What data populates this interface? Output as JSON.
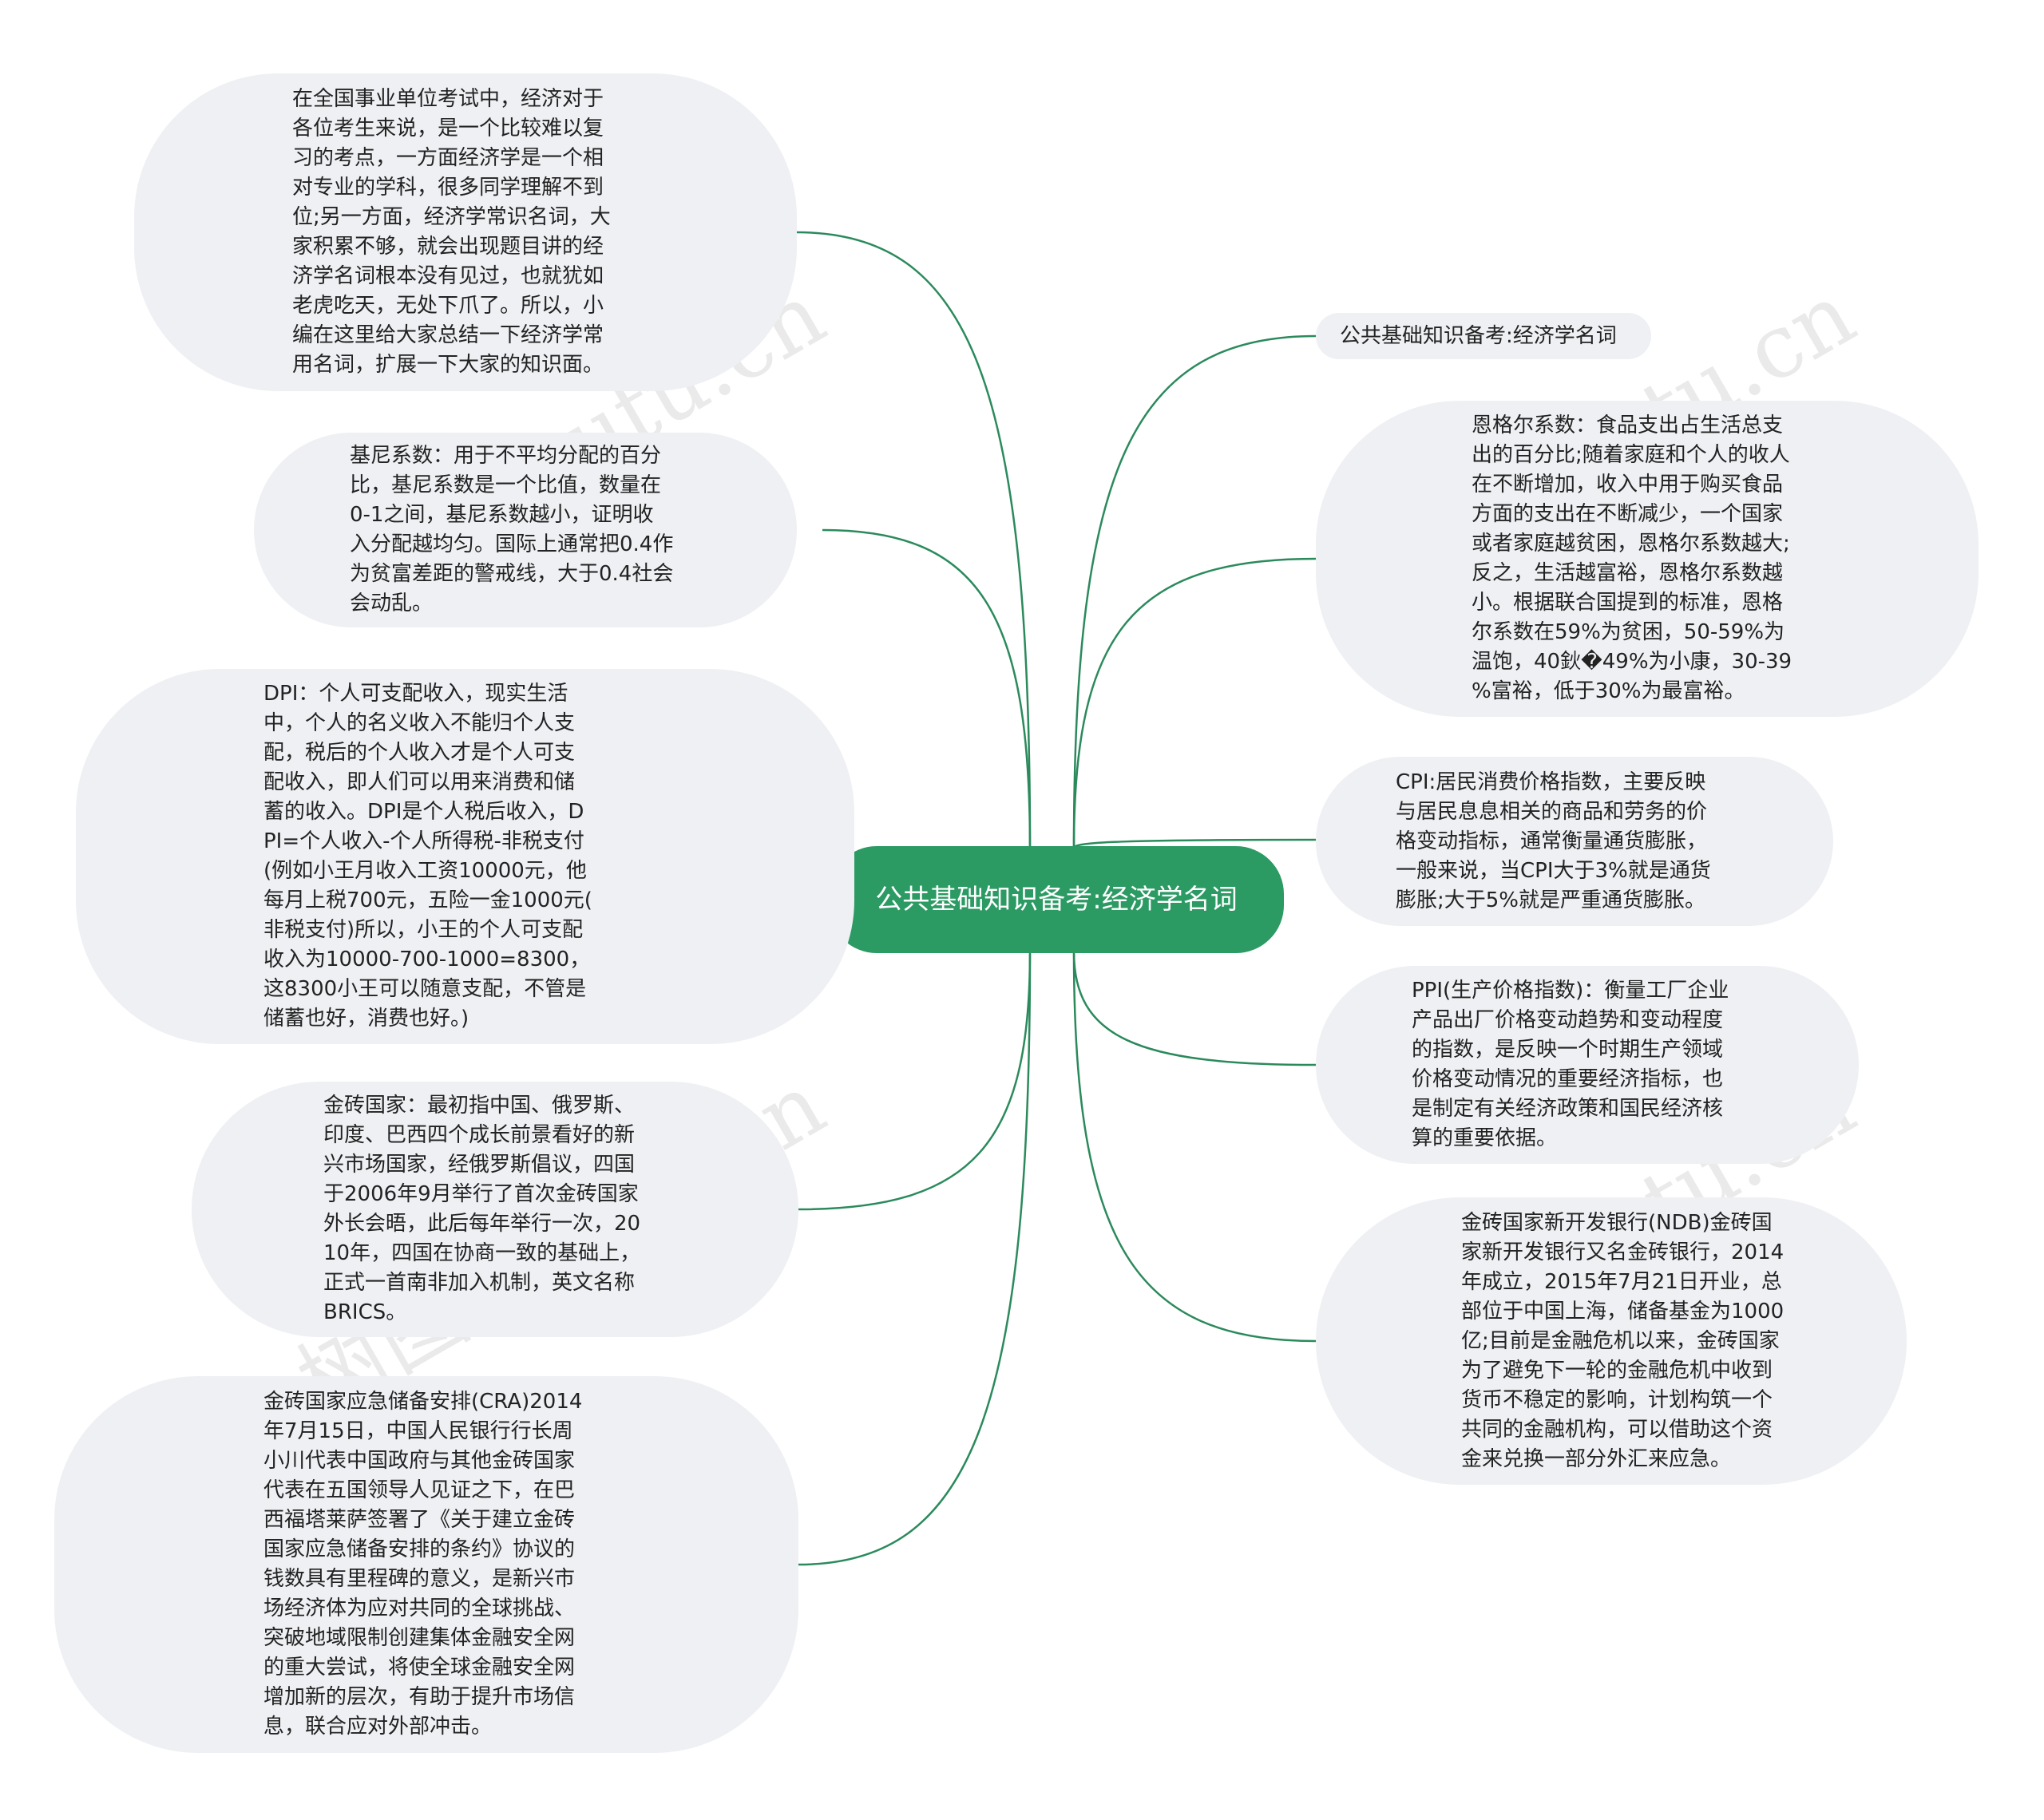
{
  "center": {
    "label": "公共基础知识备考:经济学名词"
  },
  "left_nodes": [
    {
      "text": "在全国事业单位考试中，经济对于\n各位考生来说，是一个比较难以复\n习的考点，一方面经济学是一个相\n对专业的学科，很多同学理解不到\n位;另一方面，经济学常识名词，大\n家积累不够，就会出现题目讲的经\n济学名词根本没有见过，也就犹如\n老虎吃天，无处下爪了。所以，小\n编在这里给大家总结一下经济学常\n用名词，扩展一下大家的知识面。"
    },
    {
      "text": "基尼系数：用于不平均分配的百分\n比，基尼系数是一个比值，数量在\n0-1之间，基尼系数越小，证明收\n入分配越均匀。国际上通常把0.4作\n为贫富差距的警戒线，大于0.4社会\n会动乱。"
    },
    {
      "text": "DPI：个人可支配收入，现实生活\n中，个人的名义收入不能归个人支\n配，税后的个人收入才是个人可支\n配收入，即人们可以用来消费和储\n蓄的收入。DPI是个人税后收入，D\nPI=个人收入-个人所得税-非税支付\n(例如小王月收入工资10000元，他\n每月上税700元，五险一金1000元(\n非税支付)所以，小王的个人可支配\n收入为10000-700-1000=8300，\n这8300小王可以随意支配，不管是\n储蓄也好，消费也好。)"
    },
    {
      "text": "金砖国家：最初指中国、俄罗斯、\n印度、巴西四个成长前景看好的新\n兴市场国家，经俄罗斯倡议，四国\n于2006年9月举行了首次金砖国家\n外长会晤，此后每年举行一次，20\n10年，四国在协商一致的基础上，\n正式一首南非加入机制，英文名称\nBRICS。"
    },
    {
      "text": "金砖国家应急储备安排(CRA)2014\n年7月15日，中国人民银行行长周\n小川代表中国政府与其他金砖国家\n代表在五国领导人见证之下，在巴\n西福塔莱萨签署了《关于建立金砖\n国家应急储备安排的条约》协议的\n钱数具有里程碑的意义，是新兴市\n场经济体为应对共同的全球挑战、\n突破地域限制创建集体金融安全网\n的重大尝试，将使全球金融安全网\n增加新的层次，有助于提升市场信\n息，联合应对外部冲击。"
    }
  ],
  "right_nodes": [
    {
      "text": "公共基础知识备考:经济学名词"
    },
    {
      "text": "恩格尔系数：食品支出占生活总支\n出的百分比;随着家庭和个人的收人\n在不断增加，收入中用于购买食品\n方面的支出在不断减少，一个国家\n或者家庭越贫困，恩格尔系数越大;\n反之，生活越富裕，恩格尔系数越\n小。根据联合国提到的标准，恩格\n尔系数在59%为贫困，50-59%为\n温饱，40鈥�49%为小康，30-39\n%富裕，低于30%为最富裕。"
    },
    {
      "text": "CPI:居民消费价格指数，主要反映\n与居民息息相关的商品和劳务的价\n格变动指标，通常衡量通货膨胀，\n一般来说，当CPI大于3%就是通货\n膨胀;大于5%就是严重通货膨胀。"
    },
    {
      "text": "PPI(生产价格指数)：衡量工厂企业\n产品出厂价格变动趋势和变动程度\n的指数，是反映一个时期生产领域\n价格变动情况的重要经济指标，也\n是制定有关经济政策和国民经济核\n算的重要依据。"
    },
    {
      "text": "金砖国家新开发银行(NDB)金砖国\n家新开发银行又名金砖银行，2014\n年成立，2015年7月21日开业，总\n部位于中国上海，储备基金为1000\n亿;目前是金融危机以来，金砖国家\n为了避免下一轮的金融危机中收到\n货币不稳定的影响，计划构筑一个\n共同的金融机构，可以借助这个资\n金来兑换一部分外汇来应急。"
    }
  ],
  "watermark": "树图 shutu.cn",
  "colors": {
    "accent": "#2b9a63",
    "node_bg": "#eef0f3",
    "line": "#2b8a5c"
  }
}
